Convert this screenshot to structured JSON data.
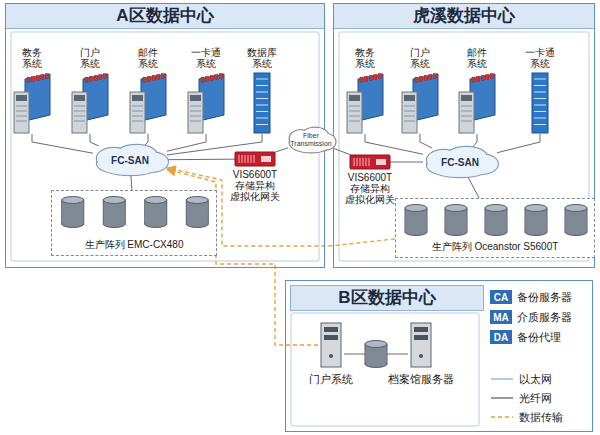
{
  "diagram": {
    "nodes": [
      {
        "text": [
          "A区数据中心"
        ]
      },
      {
        "text": [
          "教务 系统"
        ],
        "in": 0
      },
      {
        "text": [
          "门户 系统"
        ],
        "in": 0
      },
      {
        "text": [
          "邮件 系统"
        ],
        "in": 0
      },
      {
        "text": [
          "一卡通 系统"
        ],
        "in": 0
      },
      {
        "text": [
          "数据库 系统"
        ],
        "in": 0
      },
      {
        "text": [
          "FC-SAN"
        ],
        "in": 0
      },
      {
        "text": [
          "VIS6600T 存储异构 虚拟化网关"
        ],
        "in": 0
      },
      {
        "text": [
          "生产阵列 EMC-CX480"
        ],
        "in": 0
      },
      {
        "text": [
          "虎溪数据中心"
        ]
      },
      {
        "text": [
          "教务 系统"
        ],
        "in": 9
      },
      {
        "text": [
          "门户 系统"
        ],
        "in": 9
      },
      {
        "text": [
          "邮件 系统"
        ],
        "in": 9
      },
      {
        "text": [
          "一卡通 系统"
        ],
        "in": 9
      },
      {
        "text": [
          "FC-SAN"
        ],
        "in": 9
      },
      {
        "text": [
          "VIS6600T 存储异构 虚拟化网关"
        ],
        "in": 9
      },
      {
        "text": [
          "生产阵列 Oceanstor S5600T"
        ],
        "in": 9
      },
      {
        "text": [
          "Fiber Transmission"
        ]
      },
      {
        "text": [
          "B区数据中心"
        ]
      },
      {
        "text": [
          "门户系统"
        ],
        "in": 18
      },
      {
        "text": [
          "档案馆服务器"
        ],
        "in": 18
      }
    ],
    "edges": [
      {
        "from": 1,
        "to": 6,
        "arrow": "none"
      },
      {
        "from": 2,
        "to": 6,
        "arrow": "none"
      },
      {
        "from": 3,
        "to": 6,
        "arrow": "none"
      },
      {
        "from": 4,
        "to": 6,
        "arrow": "none"
      },
      {
        "from": 5,
        "to": 6,
        "arrow": "none"
      },
      {
        "from": 6,
        "to": 7,
        "arrow": "none"
      },
      {
        "from": 6,
        "to": 8,
        "arrow": "none"
      },
      {
        "from": 7,
        "to": 17,
        "arrow": "none"
      },
      {
        "from": 17,
        "to": 15,
        "arrow": "none"
      },
      {
        "from": 15,
        "to": 14,
        "arrow": "none"
      },
      {
        "from": 10,
        "to": 14,
        "arrow": "none"
      },
      {
        "from": 11,
        "to": 14,
        "arrow": "none"
      },
      {
        "from": 12,
        "to": 14,
        "arrow": "none"
      },
      {
        "from": 13,
        "to": 14,
        "arrow": "none"
      },
      {
        "from": 14,
        "to": 16,
        "arrow": "none"
      },
      {
        "from": 19,
        "to": 6,
        "arrow": "to"
      },
      {
        "from": 16,
        "to": 6,
        "arrow": "to"
      }
    ],
    "labels": [
      "CA",
      "MA",
      "DA"
    ],
    "legend": [
      {
        "text": "备份服务器",
        "color": "#2d6db5"
      },
      {
        "text": "介质服务器",
        "color": "#2d6db5"
      },
      {
        "text": "备份代理",
        "color": "#2d6db5"
      },
      {
        "text": "以太网"
      },
      {
        "text": "光纤网"
      },
      {
        "text": "数据传输"
      }
    ]
  }
}
